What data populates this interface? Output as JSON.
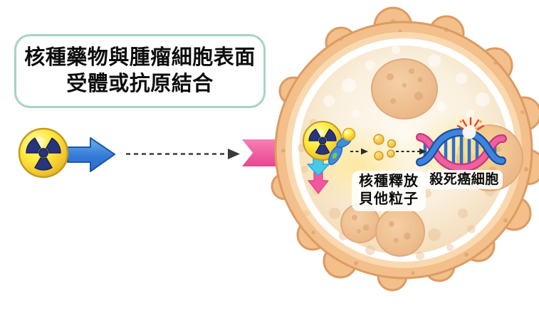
{
  "diagram": {
    "title": {
      "line1": "核種藥物與腫瘤細胞表面",
      "line2": "受體或抗原結合"
    },
    "cell_labels": {
      "beta_release_line1": "核種釋放",
      "beta_release_line2": "貝他粒子",
      "kill_cancer": "殺死癌細胞"
    },
    "icons": {
      "radiation_source": "radiation-trefoil-icon",
      "radionuclide_in_cell": "radiation-trefoil-icon",
      "antibody_linker": "antibody-linker-icon",
      "beta_particles": "beta-particle-dots-icon",
      "dna": "dna-double-helix-icon",
      "dna_damage": "dna-damage-sparkle-icon",
      "blue_arrow": "right-arrow-icon",
      "dashed_arrow": "dashed-right-arrow-icon",
      "pink_entry_arrow": "membrane-entry-arrow-icon",
      "decay_arrows": "down-decay-arrows-icon"
    },
    "colors": {
      "title_border": "#A6D3C6",
      "arrow_blue": "#2E76D2",
      "arrow_pink": "#EF4F9A",
      "arrow_cyan": "#45C8EC",
      "radiation_yellow": "#FFE93E",
      "radiation_trefoil": "#28347C",
      "cell_membrane": "#F3BF8A",
      "cell_outline": "#DC9B63",
      "dna_pink": "#F25F9F",
      "dna_blue": "#3E84DE",
      "beta_dot_yellow": "#F5C842",
      "dashed_arrow": "#3A3A3A"
    }
  }
}
